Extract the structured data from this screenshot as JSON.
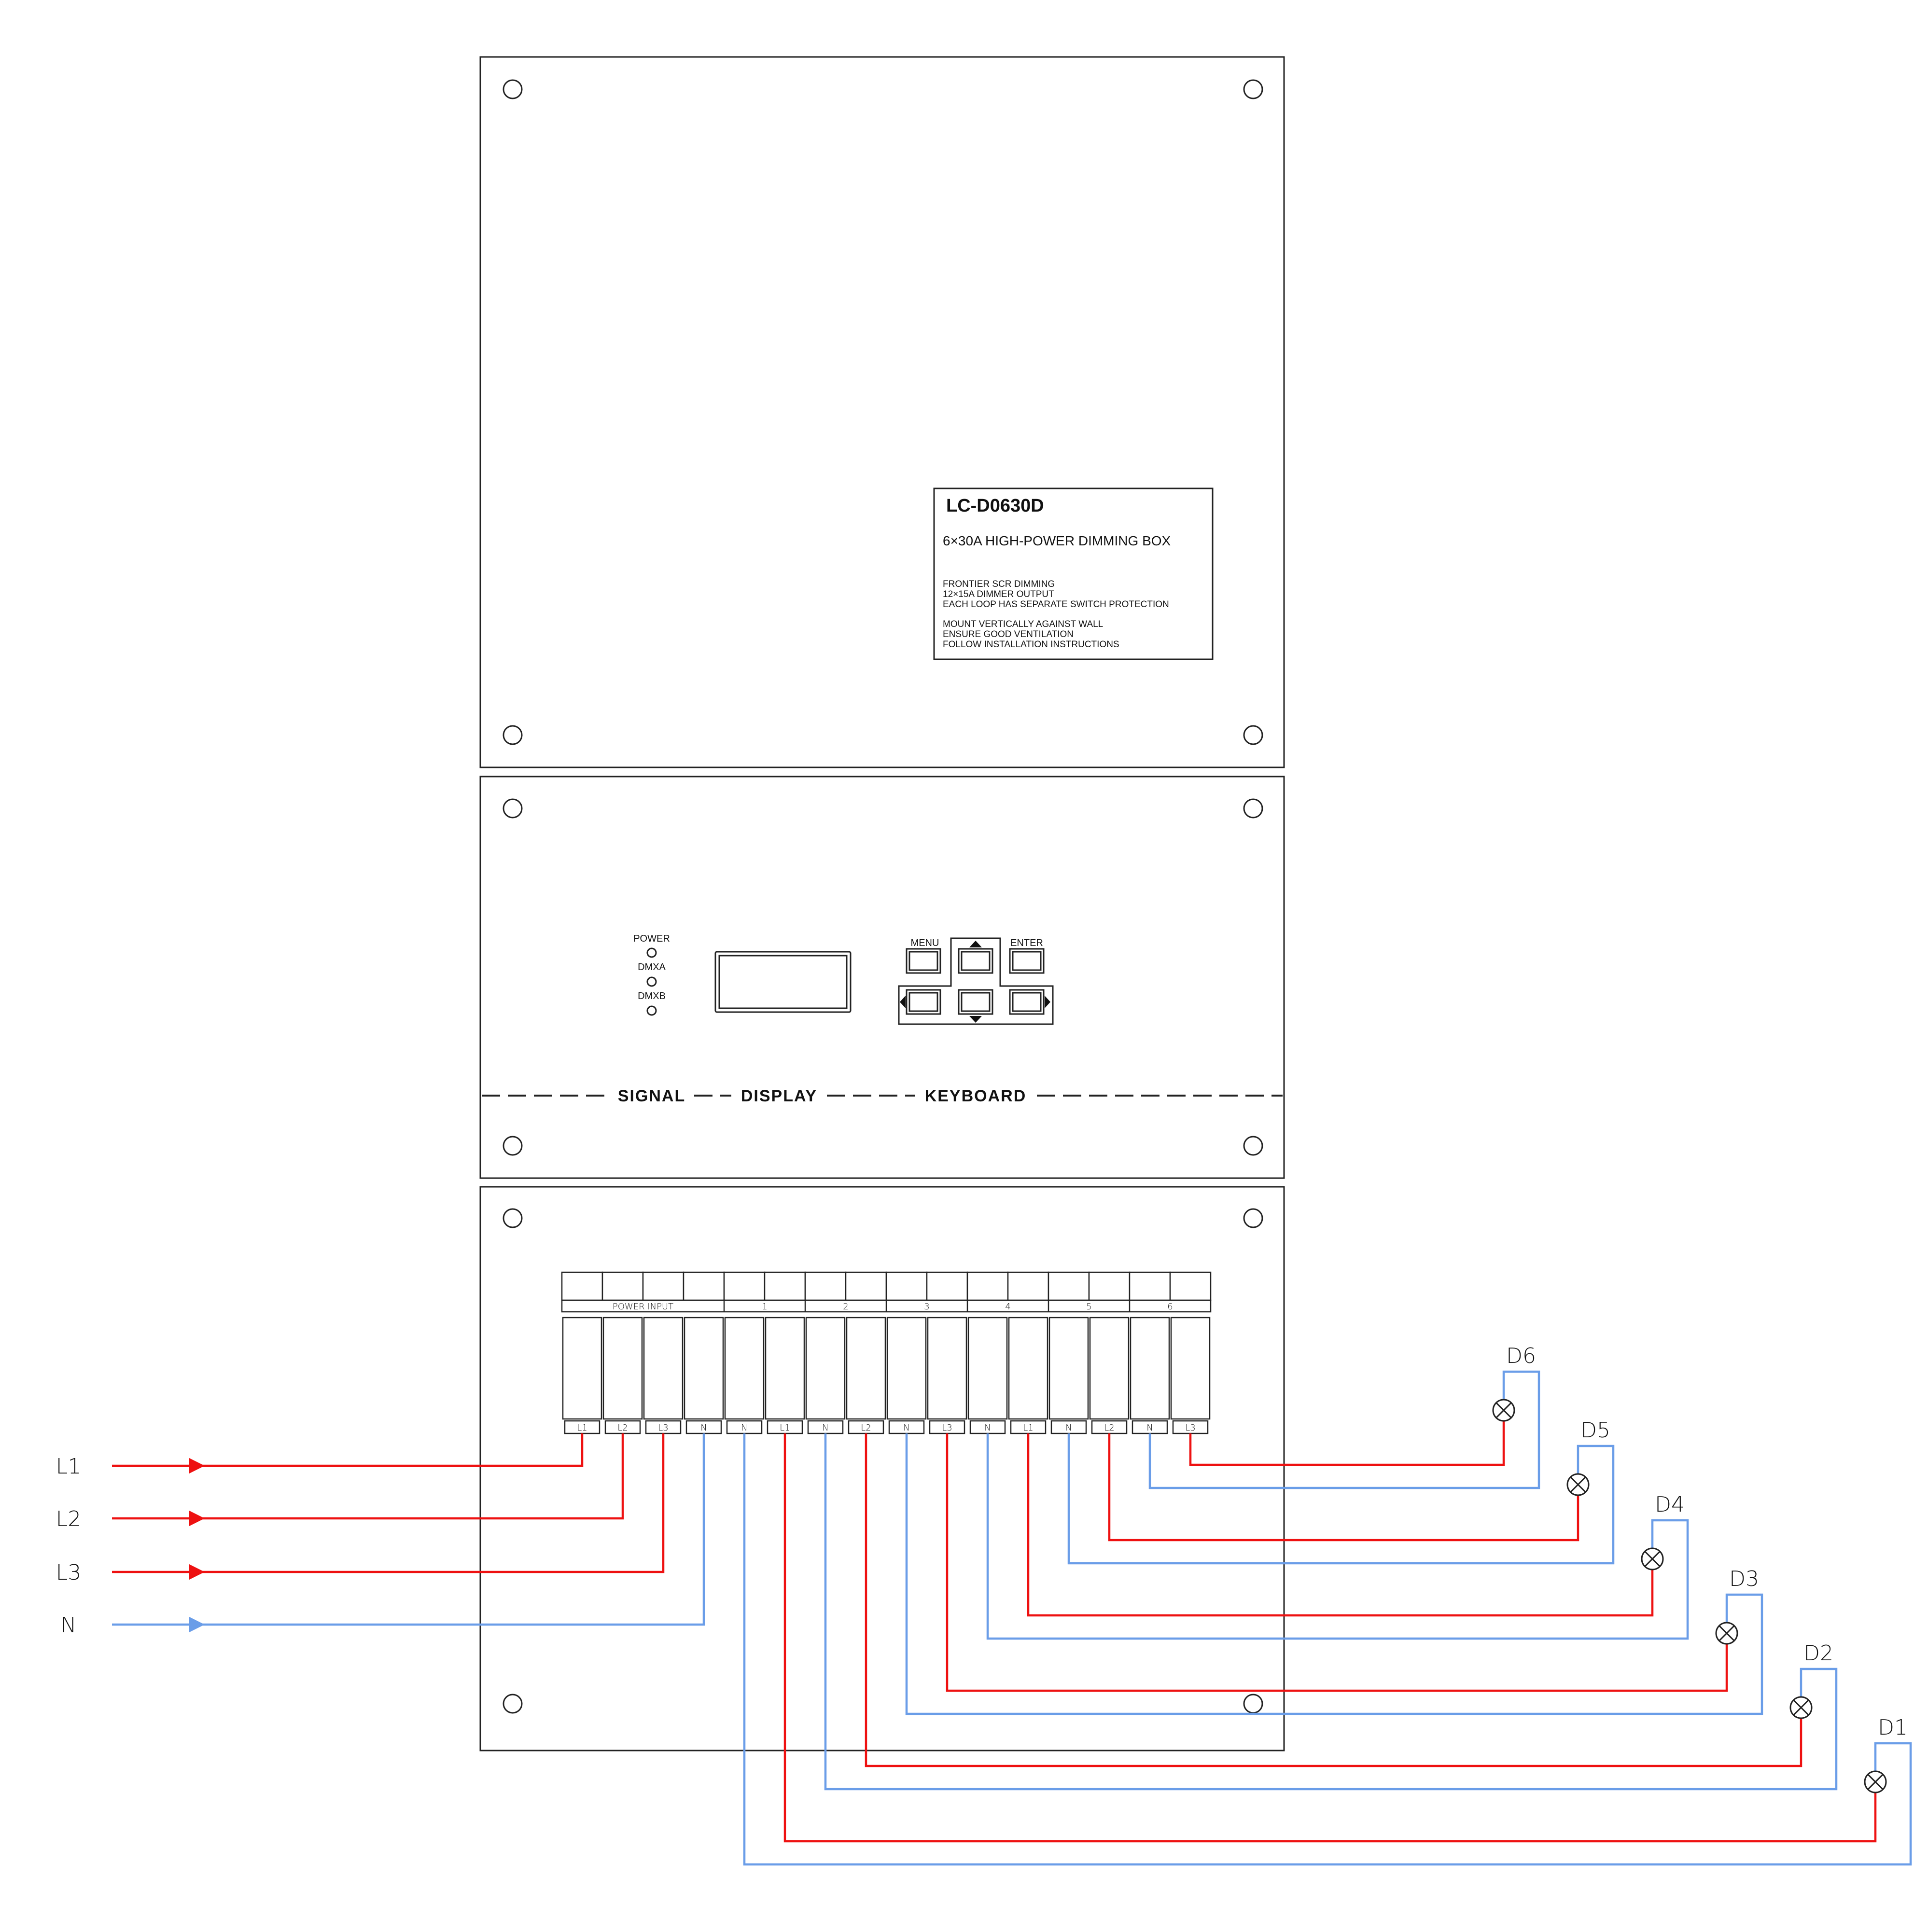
{
  "colors": {
    "live_wire": "#ee1111",
    "neutral_wire": "#6a9de8",
    "outline": "#222222"
  },
  "label_plate": {
    "model": "LC-D0630D",
    "subtitle": "6×30A HIGH-POWER DIMMING BOX",
    "features": [
      "FRONTIER SCR DIMMING",
      "12×15A DIMMER OUTPUT",
      "EACH LOOP HAS SEPARATE SWITCH PROTECTION"
    ],
    "instructions": [
      "MOUNT VERTICALLY AGAINST WALL",
      "ENSURE GOOD VENTILATION",
      "FOLLOW INSTALLATION INSTRUCTIONS"
    ]
  },
  "control_panel": {
    "indicators": [
      "POWER",
      "DMXA",
      "DMXB"
    ],
    "keys": {
      "menu": "MENU",
      "enter": "ENTER"
    },
    "section_labels": {
      "signal": "SIGNAL",
      "display": "DISPLAY",
      "keyboard": "KEYBOARD"
    }
  },
  "terminal_block": {
    "power_input_label": "POWER INPUT",
    "channel_numbers": [
      "1",
      "2",
      "3",
      "4",
      "5",
      "6"
    ],
    "terminal_labels": [
      "L1",
      "L2",
      "L3",
      "N",
      "N",
      "L1",
      "N",
      "L2",
      "N",
      "L3",
      "N",
      "L1",
      "N",
      "L2",
      "N",
      "L3"
    ]
  },
  "supply_lines": [
    "L1",
    "L2",
    "L3",
    "N"
  ],
  "loads": [
    "D6",
    "D5",
    "D4",
    "D3",
    "D2",
    "D1"
  ]
}
